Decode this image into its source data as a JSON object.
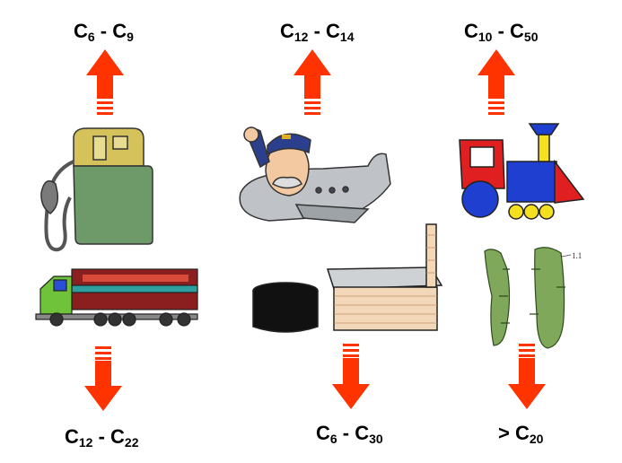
{
  "labels": {
    "top_left": {
      "main": "C",
      "sub1": "6",
      "sep": " - ",
      "main2": "C",
      "sub2": "9"
    },
    "top_middle": {
      "main": "C",
      "sub1": "12",
      "sep": " - ",
      "main2": "C",
      "sub2": "14"
    },
    "top_right": {
      "main": "C",
      "sub1": "10",
      "sep": " - ",
      "main2": "C",
      "sub2": "50"
    },
    "bottom_left": {
      "main": "C",
      "sub1": "12",
      "sep": " - ",
      "main2": "C",
      "sub2": "22"
    },
    "bottom_middle": {
      "main": "C",
      "sub1": "6",
      "sep": " - ",
      "main2": "C",
      "sub2": "30"
    },
    "bottom_right": {
      "prefix": "> ",
      "main": "C",
      "sub1": "20"
    }
  },
  "icons": [
    "fuel-pump-icon",
    "airplane-pilot-icon",
    "toy-train-icon",
    "tanker-truck-icon",
    "storage-tank-building-icon",
    "cactus-icon",
    "arrow-up-icon",
    "arrow-down-icon"
  ],
  "colors": {
    "arrow": "#ff3300",
    "pump": "#6e9a6a",
    "truck_body": "#8b1f1f"
  },
  "cactus_tag": "1.1"
}
